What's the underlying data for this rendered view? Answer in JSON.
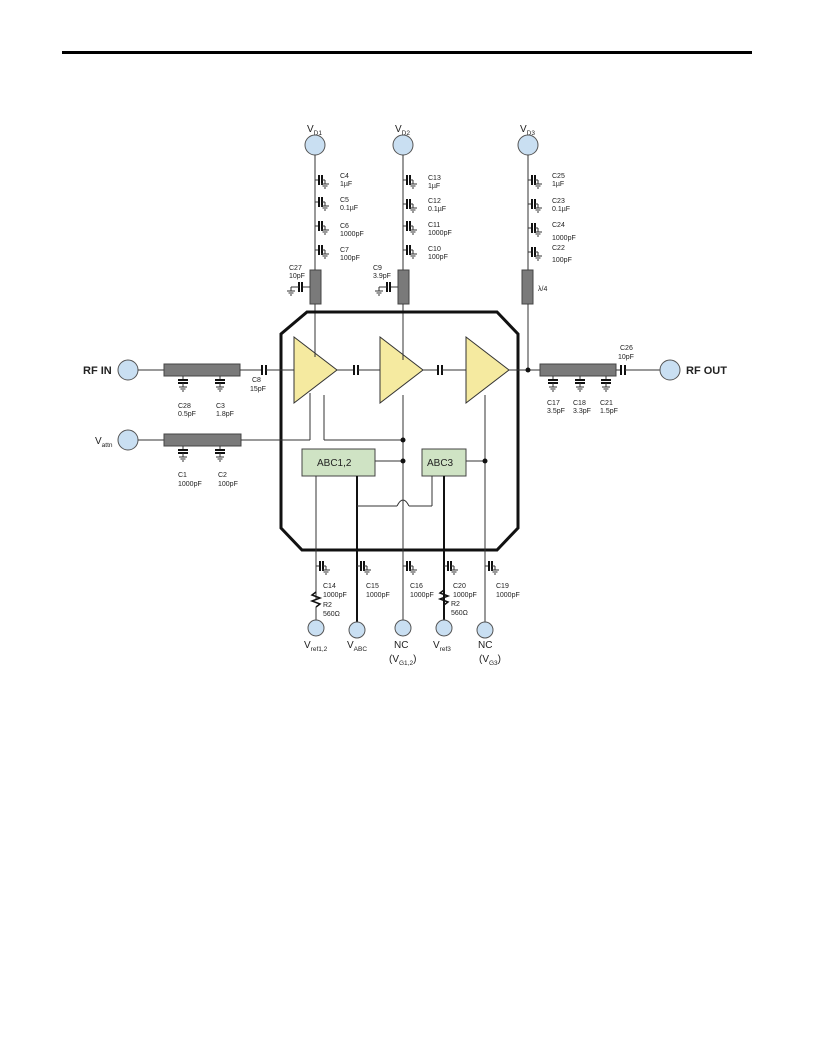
{
  "supplies": {
    "vd1": {
      "main": "V",
      "sub": "D1"
    },
    "vd2": {
      "main": "V",
      "sub": "D2"
    },
    "vd3": {
      "main": "V",
      "sub": "D3"
    }
  },
  "ports": {
    "rf_in": "RF IN",
    "rf_out": "RF OUT",
    "vattn": {
      "main": "V",
      "sub": "attn"
    }
  },
  "blocks": {
    "abc12": "ABC1,2",
    "abc3": "ABC3"
  },
  "vd1_caps": [
    {
      "name": "C4",
      "value": "1µF"
    },
    {
      "name": "C5",
      "value": "0.1µF"
    },
    {
      "name": "C6",
      "value": "1000pF"
    },
    {
      "name": "C7",
      "value": "100pF"
    }
  ],
  "vd2_caps": [
    {
      "name": "C13",
      "value": "1µF"
    },
    {
      "name": "C12",
      "value": "0.1µF"
    },
    {
      "name": "C11",
      "value": "1000pF"
    },
    {
      "name": "C10",
      "value": "100pF"
    }
  ],
  "vd3_caps": [
    {
      "name": "C25",
      "value": "1µF"
    },
    {
      "name": "C23",
      "value": "0.1µF"
    },
    {
      "name": "C24",
      "value": "1000pF"
    },
    {
      "name": "C22",
      "value": "100pF"
    }
  ],
  "c27": {
    "name": "C27",
    "value": "10pF"
  },
  "c9": {
    "name": "C9",
    "value": "3.9pF"
  },
  "lambda": "λ/4",
  "c8": {
    "name": "C8",
    "value": "15pF"
  },
  "c26": {
    "name": "C26",
    "value": "10pF"
  },
  "input_caps": [
    {
      "name": "C28",
      "value": "0.5pF"
    },
    {
      "name": "C3",
      "value": "1.8pF"
    }
  ],
  "attn_caps": [
    {
      "name": "C1",
      "value": "1000pF"
    },
    {
      "name": "C2",
      "value": "100pF"
    }
  ],
  "output_caps": [
    {
      "name": "C17",
      "value": "3.5pF"
    },
    {
      "name": "C18",
      "value": "3.3pF"
    },
    {
      "name": "C21",
      "value": "1.5pF"
    }
  ],
  "bottom_parts": {
    "c14": {
      "name": "C14",
      "value": "1000pF"
    },
    "r2a": {
      "name": "R2",
      "value": "560Ω"
    },
    "c15": {
      "name": "C15",
      "value": "1000pF"
    },
    "c16": {
      "name": "C16",
      "value": "1000pF"
    },
    "c20": {
      "name": "C20",
      "value": "1000pF"
    },
    "r2b": {
      "name": "R2",
      "value": "560Ω"
    },
    "c19": {
      "name": "C19",
      "value": "1000pF"
    }
  },
  "bottom_nodes": {
    "vref12": {
      "main": "V",
      "sub": "ref1,2"
    },
    "vabc": {
      "main": "V",
      "sub": "ABC"
    },
    "nc_vg12": {
      "main": "NC",
      "paren": "(V",
      "sub": "G1,2",
      "close": ")"
    },
    "vref3": {
      "main": "V",
      "sub": "ref3"
    },
    "nc_vg3": {
      "main": "NC",
      "paren": "(V",
      "sub": "G3",
      "close": ")"
    }
  },
  "colors": {
    "node_fill": "#c9dff2",
    "amp_fill": "#f5eaa0",
    "block_fill": "#cfe3c4",
    "tline_fill": "#7a7a7a"
  }
}
